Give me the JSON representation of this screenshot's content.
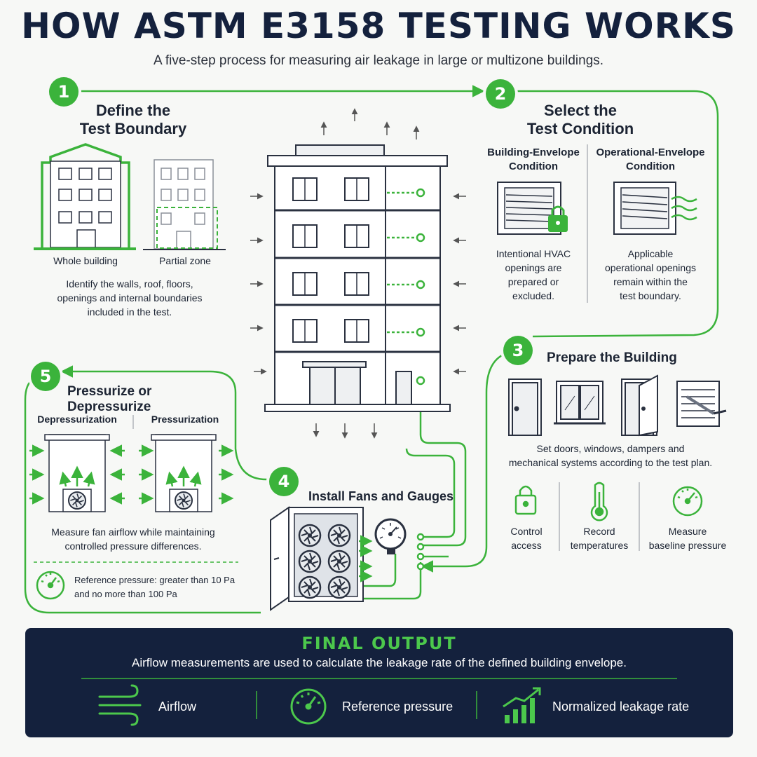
{
  "header": {
    "title": "HOW ASTM E3158 TESTING WORKS",
    "subtitle": "A five-step process for measuring air leakage in large or multizone buildings."
  },
  "colors": {
    "accent": "#3bb33b",
    "navy": "#14213d",
    "line": "#2a3140"
  },
  "steps": [
    {
      "number": "1",
      "title_line1": "Define the",
      "title_line2": "Test Boundary",
      "options": [
        "Whole building",
        "Partial zone"
      ],
      "description_lines": [
        "Identify the walls, roof, floors,",
        "openings and internal boundaries",
        "included in the test."
      ]
    },
    {
      "number": "2",
      "title_line1": "Select the",
      "title_line2": "Test Condition",
      "conditions": [
        {
          "title_line1": "Building-Envelope",
          "title_line2": "Condition",
          "icon": "locked-vent-icon",
          "description_lines": [
            "Intentional HVAC",
            "openings are",
            "prepared or",
            "excluded."
          ]
        },
        {
          "title_line1": "Operational-Envelope",
          "title_line2": "Condition",
          "icon": "open-vent-airflow-icon",
          "description_lines": [
            "Applicable",
            "operational openings",
            "remain within the",
            "test boundary."
          ]
        }
      ]
    },
    {
      "number": "3",
      "title": "Prepare the Building",
      "description_lines": [
        "Set doors, windows, dampers and",
        "mechanical systems according to the test plan."
      ],
      "tasks": [
        {
          "icon": "lock-icon",
          "label_line1": "Control",
          "label_line2": "access"
        },
        {
          "icon": "thermometer-icon",
          "label_line1": "Record",
          "label_line2": "temperatures"
        },
        {
          "icon": "gauge-icon",
          "label_line1": "Measure",
          "label_line2": "baseline pressure"
        }
      ]
    },
    {
      "number": "4",
      "title": "Install Fans and Gauges"
    },
    {
      "number": "5",
      "title": "Pressurize or Depressurize",
      "modes": [
        "Depressurization",
        "Pressurization"
      ],
      "description_lines": [
        "Measure fan airflow while maintaining",
        "controlled pressure differences."
      ],
      "reference_lines": [
        "Reference pressure: greater than 10 Pa",
        "and no more than 100 Pa"
      ]
    }
  ],
  "final_output": {
    "title": "FINAL OUTPUT",
    "text": "Airflow measurements are used to calculate the leakage rate of the defined building envelope.",
    "items": [
      {
        "icon": "airflow-icon",
        "label": "Airflow"
      },
      {
        "icon": "gauge-icon",
        "label": "Reference pressure"
      },
      {
        "icon": "bar-chart-icon",
        "label": "Normalized leakage rate"
      }
    ]
  }
}
